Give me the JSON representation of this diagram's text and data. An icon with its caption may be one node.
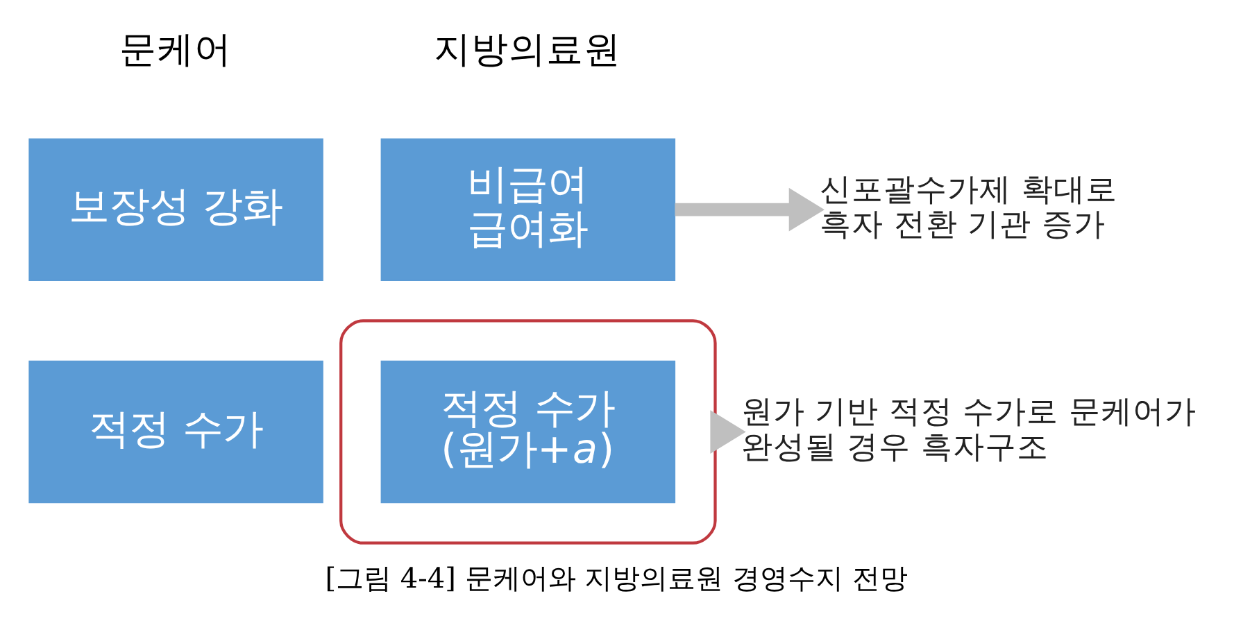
{
  "diagram": {
    "caption": "[그림 4-4] 문케어와 지방의료원 경영수지 전망",
    "nodes": [
      {
        "text": [
          "보장성 강화"
        ]
      },
      {
        "text": [
          "비급여 급여화"
        ]
      },
      {
        "text": [
          "신포괄수가제 확대로 흑자 전환 기관 증가"
        ]
      },
      {
        "text": [
          "적정 수가"
        ]
      },
      {
        "text": [],
        "shape": "ellipse"
      },
      {
        "text": [
          "적정 수가 (원가+*a*)"
        ],
        "in": 4
      },
      {
        "text": [
          "원가 기반 적정 수가로 문케어가 완성될 경우 흑자구조"
        ]
      }
    ],
    "edges": [
      {
        "from": 1,
        "to": 2,
        "arrow": "to"
      },
      {
        "from": 4,
        "to": 6,
        "arrow": "to"
      }
    ],
    "labels": [
      "문케어",
      "지방의료원"
    ]
  }
}
